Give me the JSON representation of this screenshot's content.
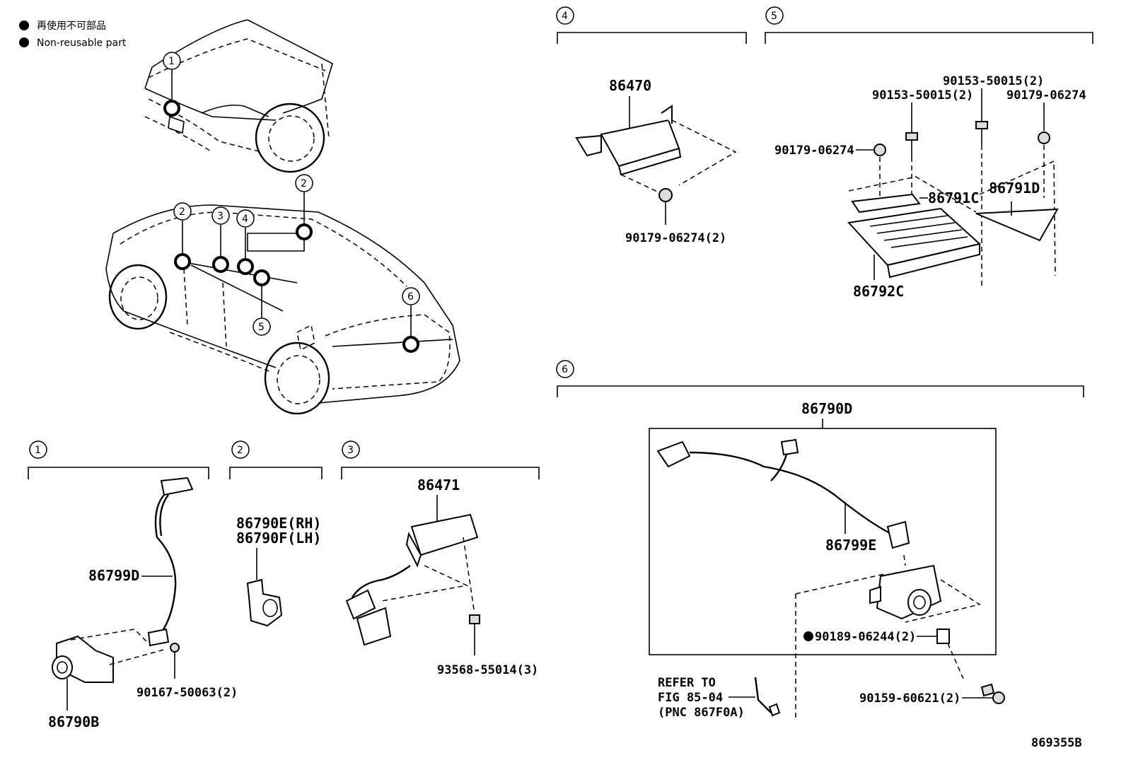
{
  "legend": {
    "jp": "再使用不可部品",
    "en": "Non-reusable part"
  },
  "section_numbers": [
    "1",
    "2",
    "3",
    "4",
    "5",
    "6"
  ],
  "callouts": {
    "car_front": [
      "1"
    ],
    "car_rear": [
      "2",
      "2",
      "3",
      "4",
      "5",
      "6"
    ]
  },
  "labels": {
    "s4_main": "86470",
    "s4_nut": "90179-06274(2)",
    "s5_bolt_a": "90153-50015(2)",
    "s5_bolt_b": "90153-50015(2)",
    "s5_nut_right": "90179-06274",
    "s5_nut_left": "90179-06274",
    "s5_bracket_c": "86791C",
    "s5_bracket_d": "86791D",
    "s5_ecu": "86792C",
    "s1_harness": "86799D",
    "s1_sensor": "86790B",
    "s1_screw": "90167-50063(2)",
    "s2_rh": "86790E(RH)",
    "s2_lh": "86790F(LH)",
    "s3_main": "86471",
    "s3_screw": "93568-55014(3)",
    "s6_assy": "86790D",
    "s6_harness": "86799E",
    "s6_clip": "90189-06244(2)",
    "s6_screw": "90159-60621(2)",
    "s6_refer_1": "REFER TO",
    "s6_refer_2": "FIG 85-04",
    "s6_refer_3": "(PNC 867F0A)",
    "figure_id": "869355B"
  }
}
